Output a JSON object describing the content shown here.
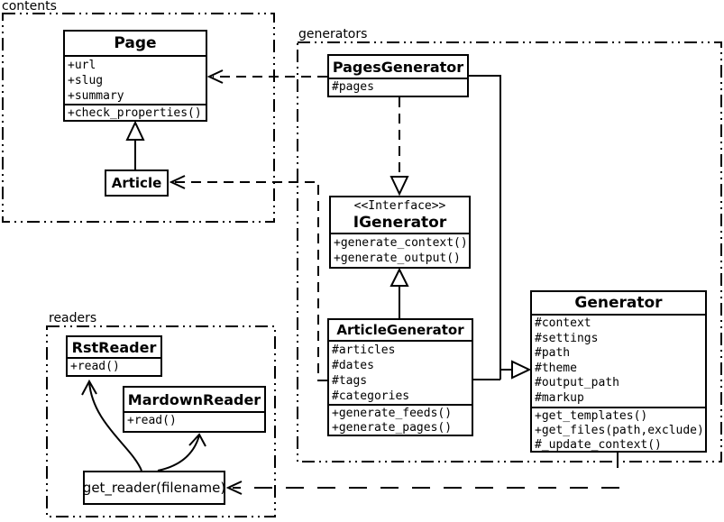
{
  "packages": {
    "contents": {
      "label": "contents"
    },
    "generators": {
      "label": "generators"
    },
    "readers": {
      "label": "readers"
    }
  },
  "classes": {
    "page": {
      "title": "Page",
      "attrs": [
        "+url",
        "+slug",
        "+summary"
      ],
      "methods": [
        "+check_properties()"
      ]
    },
    "article": {
      "title": "Article"
    },
    "pages_generator": {
      "title": "PagesGenerator",
      "attrs": [
        "#pages"
      ]
    },
    "igenerator": {
      "stereotype": "<<Interface>>",
      "title": "IGenerator",
      "methods": [
        "+generate_context()",
        "+generate_output()"
      ]
    },
    "article_generator": {
      "title": "ArticleGenerator",
      "attrs": [
        "#articles",
        "#dates",
        "#tags",
        "#categories"
      ],
      "methods": [
        "+generate_feeds()",
        "+generate_pages()"
      ]
    },
    "generator": {
      "title": "Generator",
      "attrs": [
        "#context",
        "#settings",
        "#path",
        "#theme",
        "#output_path",
        "#markup"
      ],
      "methods": [
        "+get_templates()",
        "+get_files(path,exclude)",
        "#_update_context()"
      ]
    },
    "rst_reader": {
      "title": "RstReader",
      "methods": [
        "+read()"
      ]
    },
    "mardown_reader": {
      "title": "MardownReader",
      "methods": [
        "+read()"
      ]
    },
    "get_reader": {
      "label": "get_reader(filename)"
    }
  },
  "colors": {
    "line": "#000000",
    "background": "#ffffff"
  }
}
